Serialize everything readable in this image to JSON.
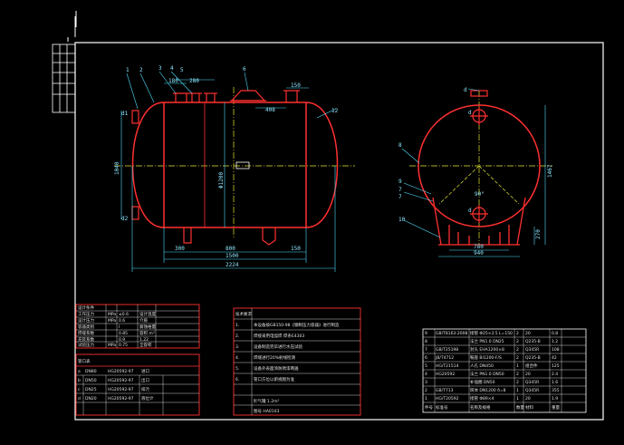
{
  "drawing": {
    "front_view": {
      "leaders": [
        "1",
        "2",
        "3",
        "4",
        "5",
        "6"
      ],
      "nozzle_tags": {
        "d1": "d1",
        "d2": "d2"
      },
      "dims_top": {
        "d280": "280",
        "d180": "180",
        "d408": "408",
        "d150": "150"
      },
      "dims_bottom": {
        "d300": "300",
        "d800": "800",
        "d150": "150",
        "d1500": "1500",
        "d2224": "2224"
      },
      "dims_side": {
        "d1040": "1040",
        "d1200": "Φ1200"
      },
      "radius_tag": "12"
    },
    "side_view": {
      "leaders": [
        "8",
        "9",
        "7",
        "7",
        "10"
      ],
      "nozzle_tags": {
        "a": "d",
        "b": "d",
        "c": "d"
      },
      "dims": {
        "d1467": "1467",
        "d780": "780",
        "d940": "940",
        "d270": "270",
        "angle": "90°"
      }
    }
  },
  "tables": {
    "design_data": {
      "rows": [
        [
          "设计条件",
          "",
          "",
          ""
        ],
        [
          "工作压力",
          "MPa",
          "≤0.6",
          "设计温度"
        ],
        [
          "设计压力",
          "MPa",
          "0.6",
          "介质"
        ],
        [
          "容器类别",
          "",
          "I",
          "腐蚀裕量"
        ],
        [
          "焊缝系数",
          "",
          "0.85",
          "容积 m³"
        ],
        [
          "充装系数",
          "",
          "0.9",
          "1.22"
        ],
        [
          "试验压力",
          "MPa",
          "0.75",
          "全容积"
        ]
      ]
    },
    "nozzles": {
      "rows": [
        [
          "管口表",
          "",
          "",
          ""
        ],
        [
          "a",
          "DN80",
          "HG20592-97",
          "进口"
        ],
        [
          "b",
          "DN50",
          "HG20592-97",
          "出口"
        ],
        [
          "c",
          "DN25",
          "HG20592-97",
          "排污"
        ],
        [
          "d",
          "DN20",
          "HG20592-97",
          "液位计"
        ]
      ]
    },
    "notes": {
      "rows": [
        [
          "技术要求",
          ""
        ],
        [
          "1.",
          "本设备按GB150-98《钢制压力容器》进行制造"
        ],
        [
          "2.",
          "焊接采用电弧焊 焊条E4303"
        ],
        [
          "3.",
          "设备制造完毕进行水压试验"
        ],
        [
          "4.",
          "焊缝进行20%射线检测"
        ],
        [
          "5.",
          "设备外表面涂防锈漆两遍"
        ],
        [
          "6.",
          "管口方位以俯视图为准"
        ],
        [
          "",
          "贮气罐  1.2m³"
        ],
        [
          "",
          "图号  HA0103"
        ]
      ]
    },
    "parts": {
      "rows": [
        [
          "9",
          "GB/T8163-2008",
          "接管 Φ25×3.5 L=150",
          "2",
          "20",
          "0.8"
        ],
        [
          "8",
          "",
          "法兰 PN1.0 DN25",
          "2",
          "Q235-B",
          "1.2"
        ],
        [
          "7",
          "GB/T25198",
          "封头 EHA1200×8",
          "2",
          "Q345R",
          "108"
        ],
        [
          "6",
          "JB/T4712",
          "鞍座 BI1200-F/S",
          "2",
          "Q235-B",
          "42"
        ],
        [
          "5",
          "HG/T21514",
          "人孔 DN450",
          "1",
          "组合件",
          "125"
        ],
        [
          "4",
          "HG20592",
          "法兰 PN1.0 DN50",
          "2",
          "20",
          "2.4"
        ],
        [
          "3",
          "",
          "补强圈 DN50",
          "2",
          "Q345R",
          "1.6"
        ],
        [
          "2",
          "GB/T713",
          "筒体 DN1200 δ=8",
          "1",
          "Q345R",
          "355"
        ],
        [
          "1",
          "HG/T20592",
          "接管 Φ89×4",
          "1",
          "20",
          "1.9"
        ],
        [
          "件号",
          "标准号",
          "名称及规格",
          "数量",
          "材料",
          "重量"
        ]
      ]
    }
  }
}
